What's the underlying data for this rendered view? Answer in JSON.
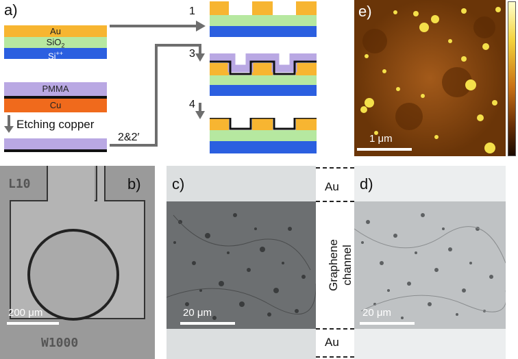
{
  "panel_a": {
    "label": "a)",
    "stack1": {
      "au": "Au",
      "sio2": "SiO",
      "sio2_sub": "2",
      "si": "Si",
      "si_sup": "++"
    },
    "stack2": {
      "pmma": "PMMA",
      "cu": "Cu"
    },
    "etching": "Etching copper",
    "step_22": "2&2′",
    "step1": "1",
    "step3": "3",
    "step4": "4",
    "colors": {
      "au": "#f7b531",
      "sio2": "#b6e8a0",
      "si": "#2b5fe0",
      "pmma": "#b9a8e3",
      "cu": "#f06a1c",
      "graphene": "#111111",
      "arrow": "#6e6e6e"
    }
  },
  "panel_b": {
    "label": "b)",
    "top_mark": "L10",
    "bottom_mark": "W1000",
    "scale": "200 μm"
  },
  "panel_c": {
    "label": "c)",
    "scale": "20 μm"
  },
  "panel_d": {
    "label": "d)",
    "scale": "20 μm"
  },
  "middle": {
    "au_top": "Au",
    "au_bottom": "Au",
    "channel_line1": "Graphene",
    "channel_line2": "channel"
  },
  "panel_e": {
    "label": "e)",
    "scale": "1 μm"
  }
}
